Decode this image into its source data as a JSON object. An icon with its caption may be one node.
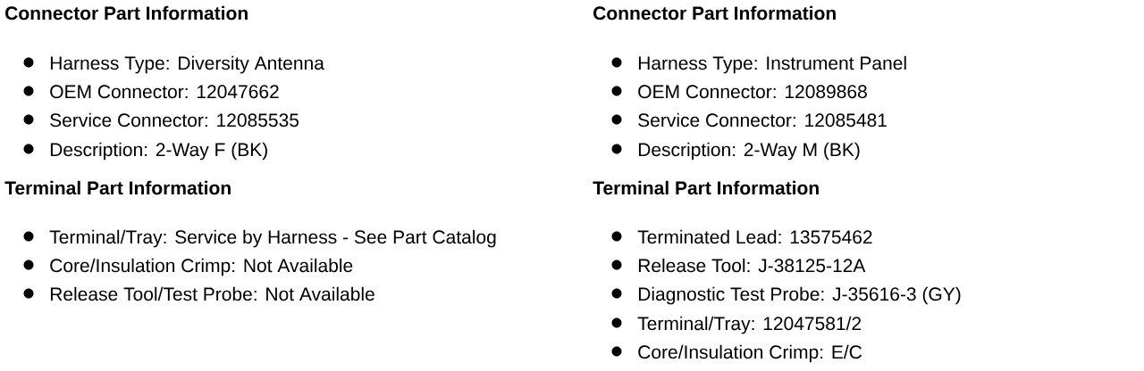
{
  "diagram": {
    "labels": [
      "Connector Part Information",
      "Harness Type: Diversity Antenna",
      "OEM Connector: 12047662",
      "Service Connector: 12085535",
      "Description: 2-Way F (BK)",
      "Terminal Part Information",
      "Terminal/Tray: Service by Harness - See Part Catalog",
      "Core/Insulation Crimp: Not Available",
      "Release Tool/Test Probe: Not Available",
      "Connector Part Information",
      "Harness Type: Instrument Panel",
      "OEM Connector: 12089868",
      "Service Connector: 12085481",
      "Description: 2-Way M (BK)",
      "Terminal Part Information",
      "Terminated Lead: 13575462",
      "Release Tool: J-38125-12A",
      "Diagnostic Test Probe: J-35616-3 (GY)",
      "Terminal/Tray: 12047581/2",
      "Core/Insulation Crimp: E/C"
    ]
  }
}
